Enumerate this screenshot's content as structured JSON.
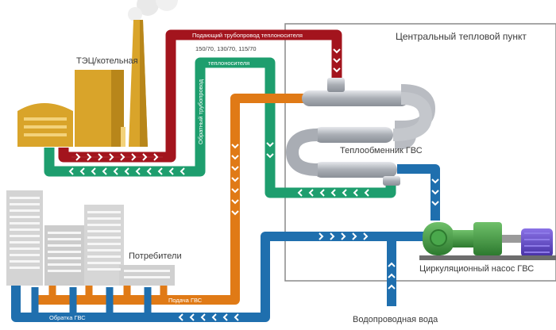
{
  "labels": {
    "chp_plant": "ТЭЦ/котельная",
    "central_heat_point": "Центральный тепловой пункт",
    "heat_exchanger": "Теплообменник ГВС",
    "consumers": "Потребители",
    "circulation_pump": "Циркуляционный насос ГВС",
    "water_supply": "Водопроводная вода",
    "supply_pipe_line1": "Подающий трубопровод теплоносителя",
    "supply_temps": "150/70, 130/70, 115/70",
    "return_pipe_top": "теплоносителя",
    "return_pipe_vertical": "Обратный трубопровод",
    "hw_supply": "Подача ГВС",
    "hw_return": "Обратка ГВС"
  },
  "colors": {
    "supply_pipe": "#a3141d",
    "return_pipe": "#1e9e6e",
    "hot_water_supply": "#e07a16",
    "hot_water_return": "#1f6fae",
    "plant_body": "#d9a42a",
    "plant_shadow": "#b8861a",
    "building": "#d4d4d4",
    "building_window": "#ffffff",
    "heat_exchanger": "#b9bcc2",
    "pump_green": "#3c8f3d",
    "pump_motor": "#5b3fc0",
    "frame": "#777777"
  },
  "icons": {
    "flow_arrows": "chevron-arrow-icon",
    "pump": "pump-icon",
    "plant": "factory-icon",
    "buildings": "building-icon"
  }
}
